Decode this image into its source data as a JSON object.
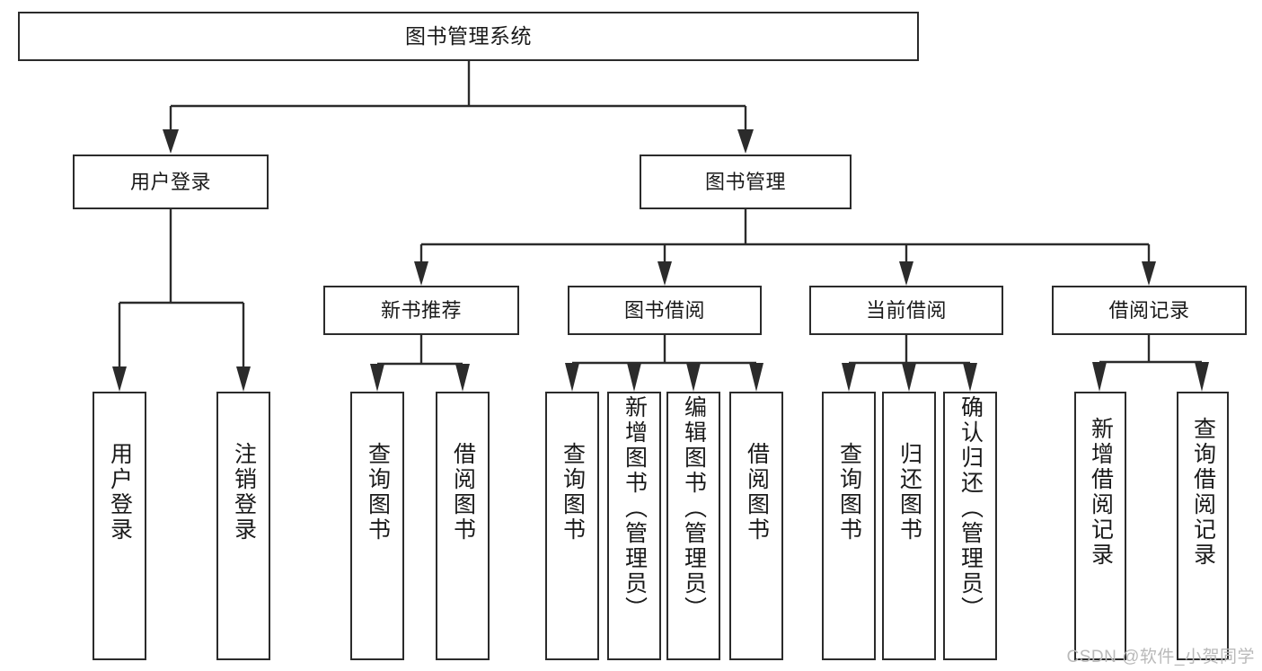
{
  "diagram": {
    "title": "图书管理系统",
    "type": "tree-hierarchy-chart",
    "watermark": "CSDN @软件_小贺同学",
    "colors": {
      "stroke": "#2b2b2b",
      "fill": "#ffffff",
      "text": "#1a1a1a",
      "watermark": "#b9b9b9"
    },
    "nodes": {
      "root": "图书管理系统",
      "level2": [
        {
          "id": "user-login",
          "label": "用户登录"
        },
        {
          "id": "book-management",
          "label": "图书管理"
        }
      ],
      "level3": [
        {
          "id": "new-book-recommend",
          "label": "新书推荐"
        },
        {
          "id": "book-borrow",
          "label": "图书借阅"
        },
        {
          "id": "current-borrow",
          "label": "当前借阅"
        },
        {
          "id": "borrow-record",
          "label": "借阅记录"
        }
      ],
      "leaves": {
        "user_login": [
          {
            "id": "leaf-user-login",
            "label": "用户登录"
          },
          {
            "id": "leaf-logout-login",
            "label": "注销登录"
          }
        ],
        "new_book_recommend": [
          {
            "id": "leaf-query-book-1",
            "label": "查询图书"
          },
          {
            "id": "leaf-borrow-book-1",
            "label": "借阅图书"
          }
        ],
        "book_borrow": [
          {
            "id": "leaf-query-book-2",
            "label": "查询图书"
          },
          {
            "id": "leaf-add-book-admin",
            "label": "新增图书（管理员）"
          },
          {
            "id": "leaf-edit-book-admin",
            "label": "编辑图书（管理员）"
          },
          {
            "id": "leaf-borrow-book-2",
            "label": "借阅图书"
          }
        ],
        "current_borrow": [
          {
            "id": "leaf-query-book-3",
            "label": "查询图书"
          },
          {
            "id": "leaf-return-book",
            "label": "归还图书"
          },
          {
            "id": "leaf-confirm-return-admin",
            "label": "确认归还（管理员）"
          }
        ],
        "borrow_record": [
          {
            "id": "leaf-add-borrow-record",
            "label": "新增借阅记录"
          },
          {
            "id": "leaf-query-borrow-record",
            "label": "查询借阅记录"
          }
        ]
      }
    }
  }
}
